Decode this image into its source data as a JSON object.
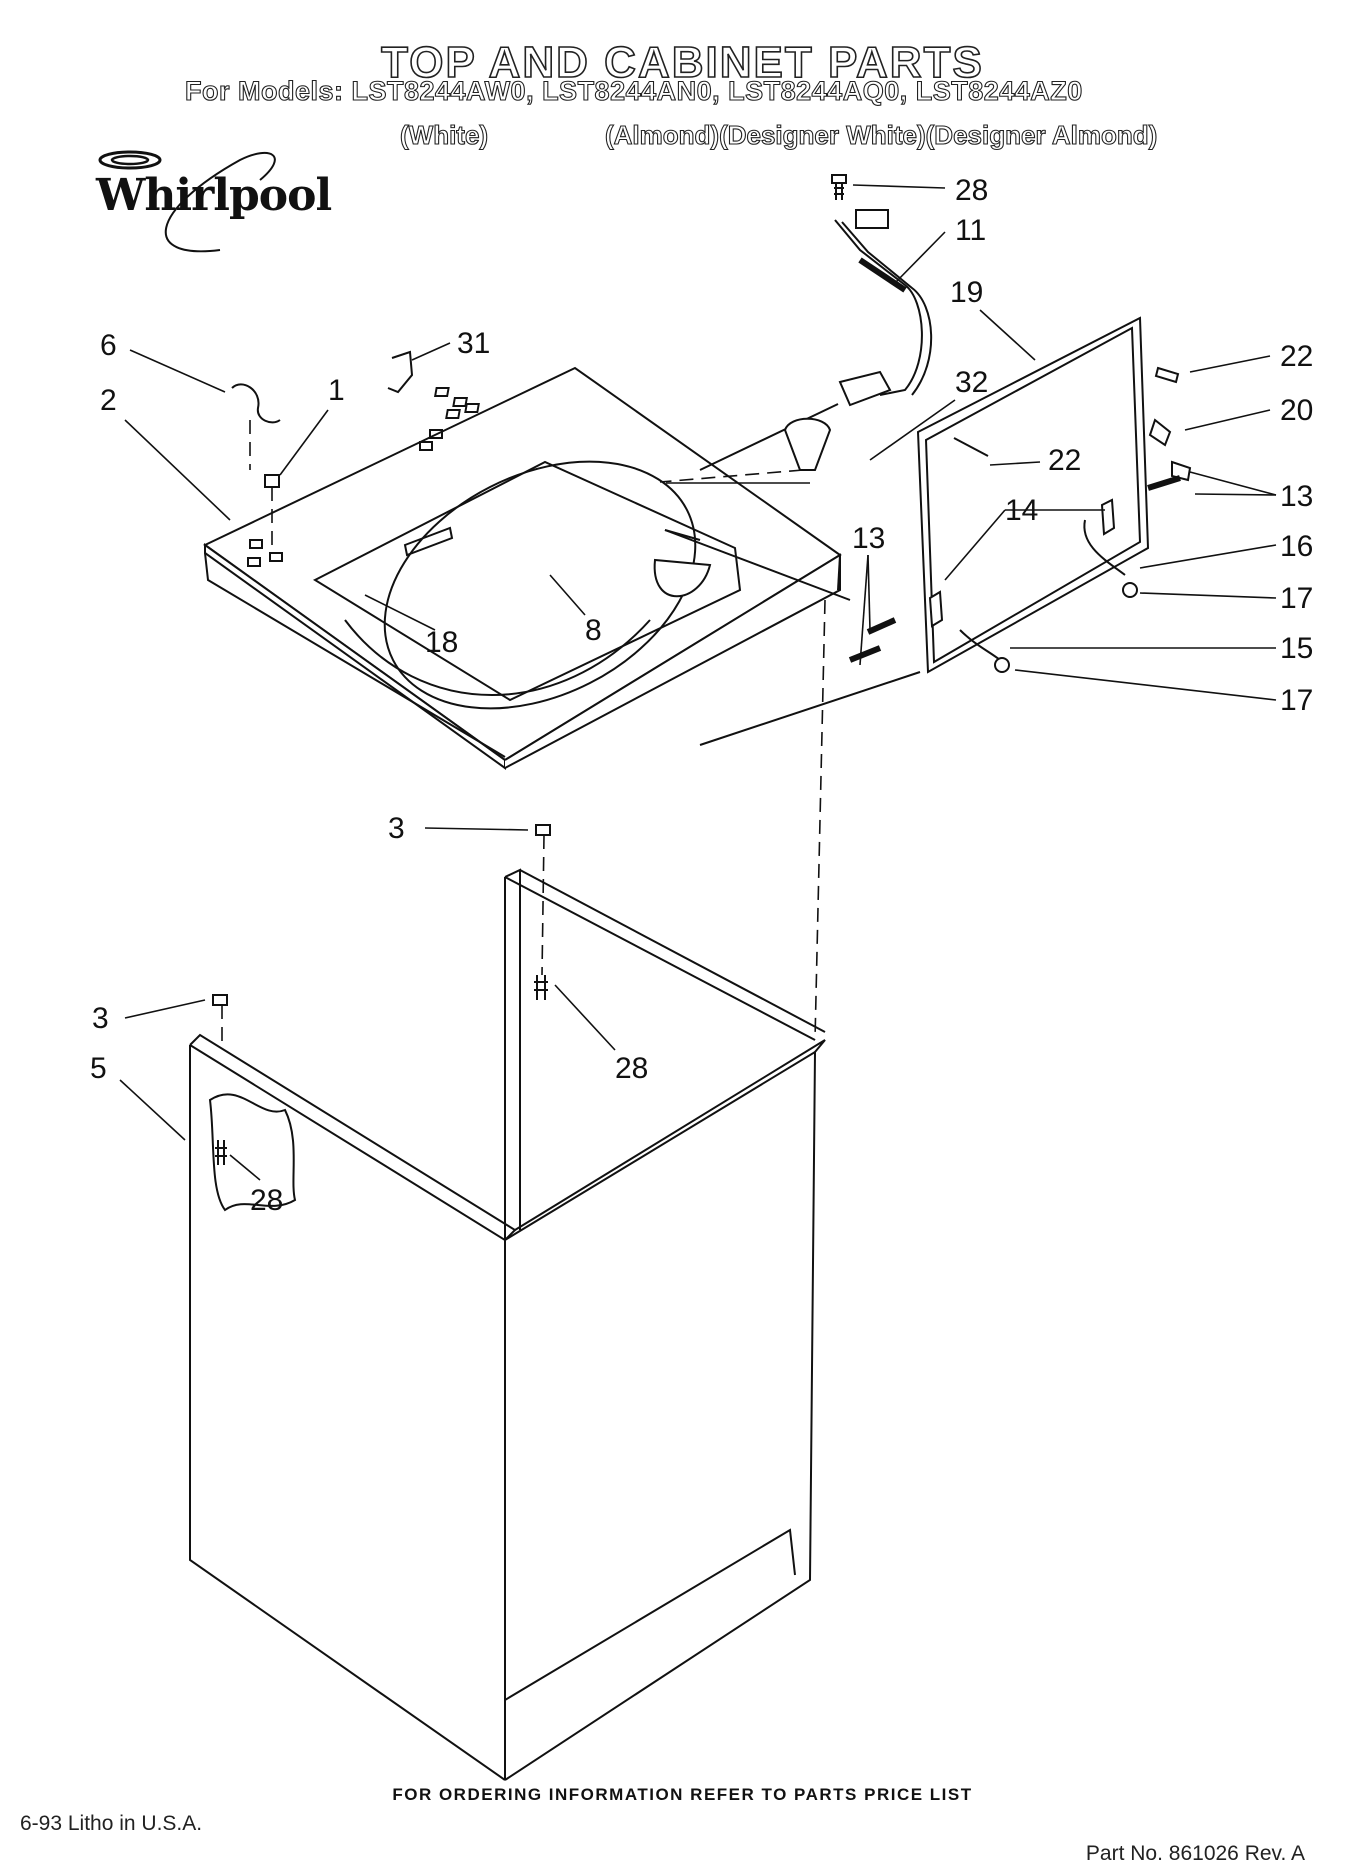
{
  "header": {
    "title": "TOP AND CABINET PARTS",
    "models_line": "For Models: LST8244AW0, LST8244AN0, LST8244AQ0, LST8244AZ0",
    "color_white": "(White)",
    "color_rest": "(Almond)(Designer White)(Designer Almond)"
  },
  "brand": {
    "logo_text": "Whirlpool"
  },
  "callouts": {
    "c28a": "28",
    "c11": "11",
    "c19": "19",
    "c22a": "22",
    "c20": "20",
    "c22b": "22",
    "c13a": "13",
    "c14": "14",
    "c16": "16",
    "c17a": "17",
    "c13b": "13",
    "c15": "15",
    "c17b": "17",
    "c6": "6",
    "c31": "31",
    "c2": "2",
    "c1": "1",
    "c32": "32",
    "c8": "8",
    "c18": "18",
    "c3a": "3",
    "c28b": "28",
    "c3b": "3",
    "c5": "5",
    "c28c": "28"
  },
  "footer": {
    "ordering": "FOR ORDERING INFORMATION REFER TO PARTS PRICE LIST",
    "litho": "6-93 Litho in U.S.A.",
    "part_no": "Part No. 861026 Rev. A"
  }
}
